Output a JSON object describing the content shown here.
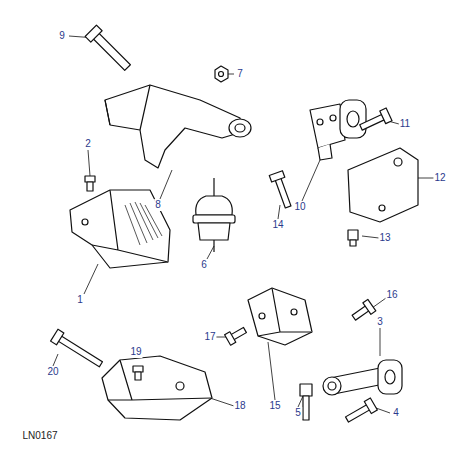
{
  "diagram": {
    "labels": [
      "9",
      "7",
      "11",
      "8",
      "10",
      "2",
      "6",
      "14",
      "12",
      "13",
      "1",
      "16",
      "17",
      "3",
      "19",
      "15",
      "4",
      "20",
      "5",
      "18",
      "LN0167"
    ]
  }
}
